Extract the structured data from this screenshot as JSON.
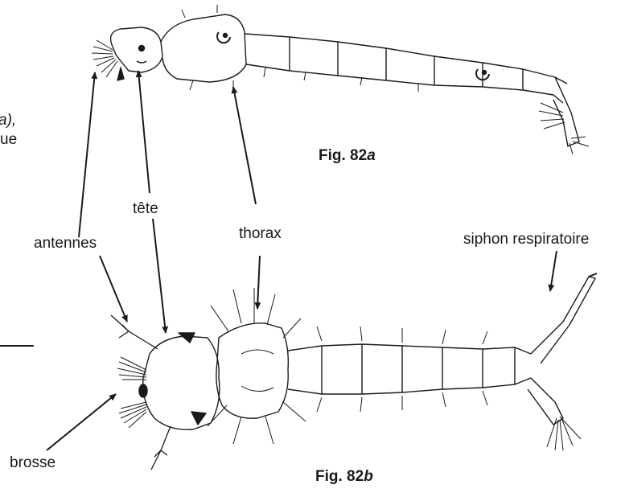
{
  "left_text_fragments": [
    "a),",
    "ue"
  ],
  "figures": {
    "fig_a": {
      "prefix": "Fig. 82",
      "suffix": "a"
    },
    "fig_b": {
      "prefix": "Fig. 82",
      "suffix": "b"
    }
  },
  "labels": {
    "antennes": "antennes",
    "tete": "tête",
    "thorax": "thorax",
    "siphon": "siphon respiratoire",
    "brosse": "brosse"
  }
}
